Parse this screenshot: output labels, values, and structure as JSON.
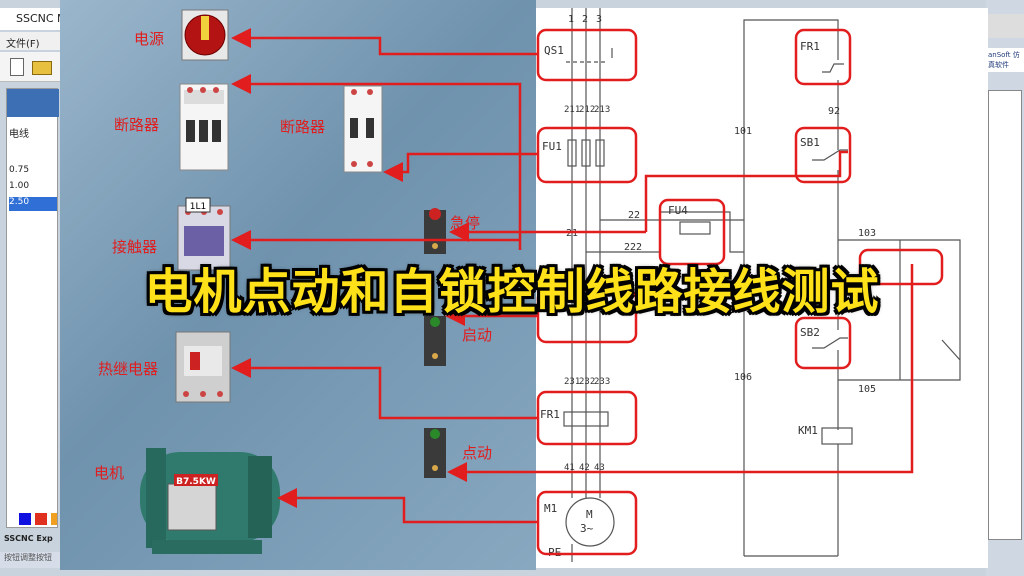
{
  "host_app": {
    "title": "SSCNC M",
    "menu_file": "文件(F)",
    "panel_header": "电线",
    "wire_options": [
      "0.75",
      "1.00",
      "2.50"
    ],
    "selected_option": "2.50",
    "footer": "SSCNC Exp",
    "status": "按钮调整按钮",
    "brand": "anSoft 仿真软件",
    "swatch_colors": [
      "#1010e0",
      "#e03020",
      "#f0a020"
    ]
  },
  "simulator": {
    "labels": {
      "power": "电源",
      "breaker_main": "断路器",
      "breaker_ctrl": "断路器",
      "estop": "急停",
      "contactor": "接触器",
      "contactor_tag": "1L1",
      "start": "启动",
      "thermal_relay": "热继电器",
      "jog": "点动",
      "motor": "电机",
      "motor_plate": "B7.5KW"
    }
  },
  "schematic": {
    "labels": {
      "qs1": "QS1",
      "fu1": "FU1",
      "fu4": "FU4",
      "fr1_contacts": "FR1",
      "m1": "M1",
      "motor_symbol": "M",
      "motor_symbol_sub": "3~",
      "pe": "PE",
      "fr1_relay": "FR1",
      "sb1": "SB1",
      "sb2": "SB2",
      "km1": "KM1"
    },
    "wire_numbers": {
      "w1": "1",
      "w2": "2",
      "w3": "3",
      "w211": "211",
      "w212": "212",
      "w213": "213",
      "w101": "101",
      "w92": "92",
      "w22": "22",
      "w222": "222",
      "w21": "21",
      "w103": "103",
      "w105": "105",
      "w106": "106",
      "w231": "231",
      "w232": "232",
      "w233": "233",
      "w41": "41",
      "w42": "42",
      "w43": "43"
    }
  },
  "caption": "电机点动和自锁控制线路接线测试",
  "colors": {
    "highlight": "#e11d1d",
    "caption_fill": "#ffe11a",
    "schematic_line": "#555555"
  }
}
